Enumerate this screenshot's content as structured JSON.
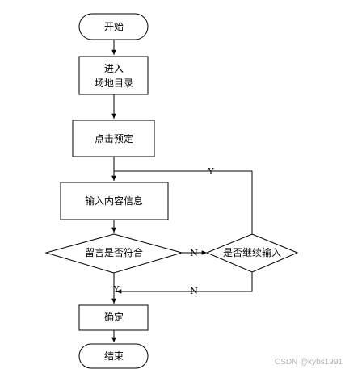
{
  "nodes": {
    "start": "开始",
    "enter_line1": "进入",
    "enter_line2": "场地目录",
    "click_book": "点击预定",
    "input_info": "输入内容信息",
    "check_message": "留言是否符合",
    "continue_input": "是否继续输入",
    "confirm": "确定",
    "end": "结束"
  },
  "edges": {
    "check_no": "N",
    "continue_yes": "Y",
    "continue_no": "N",
    "check_yes": "Y"
  },
  "watermark": "CSDN @kybs1991"
}
